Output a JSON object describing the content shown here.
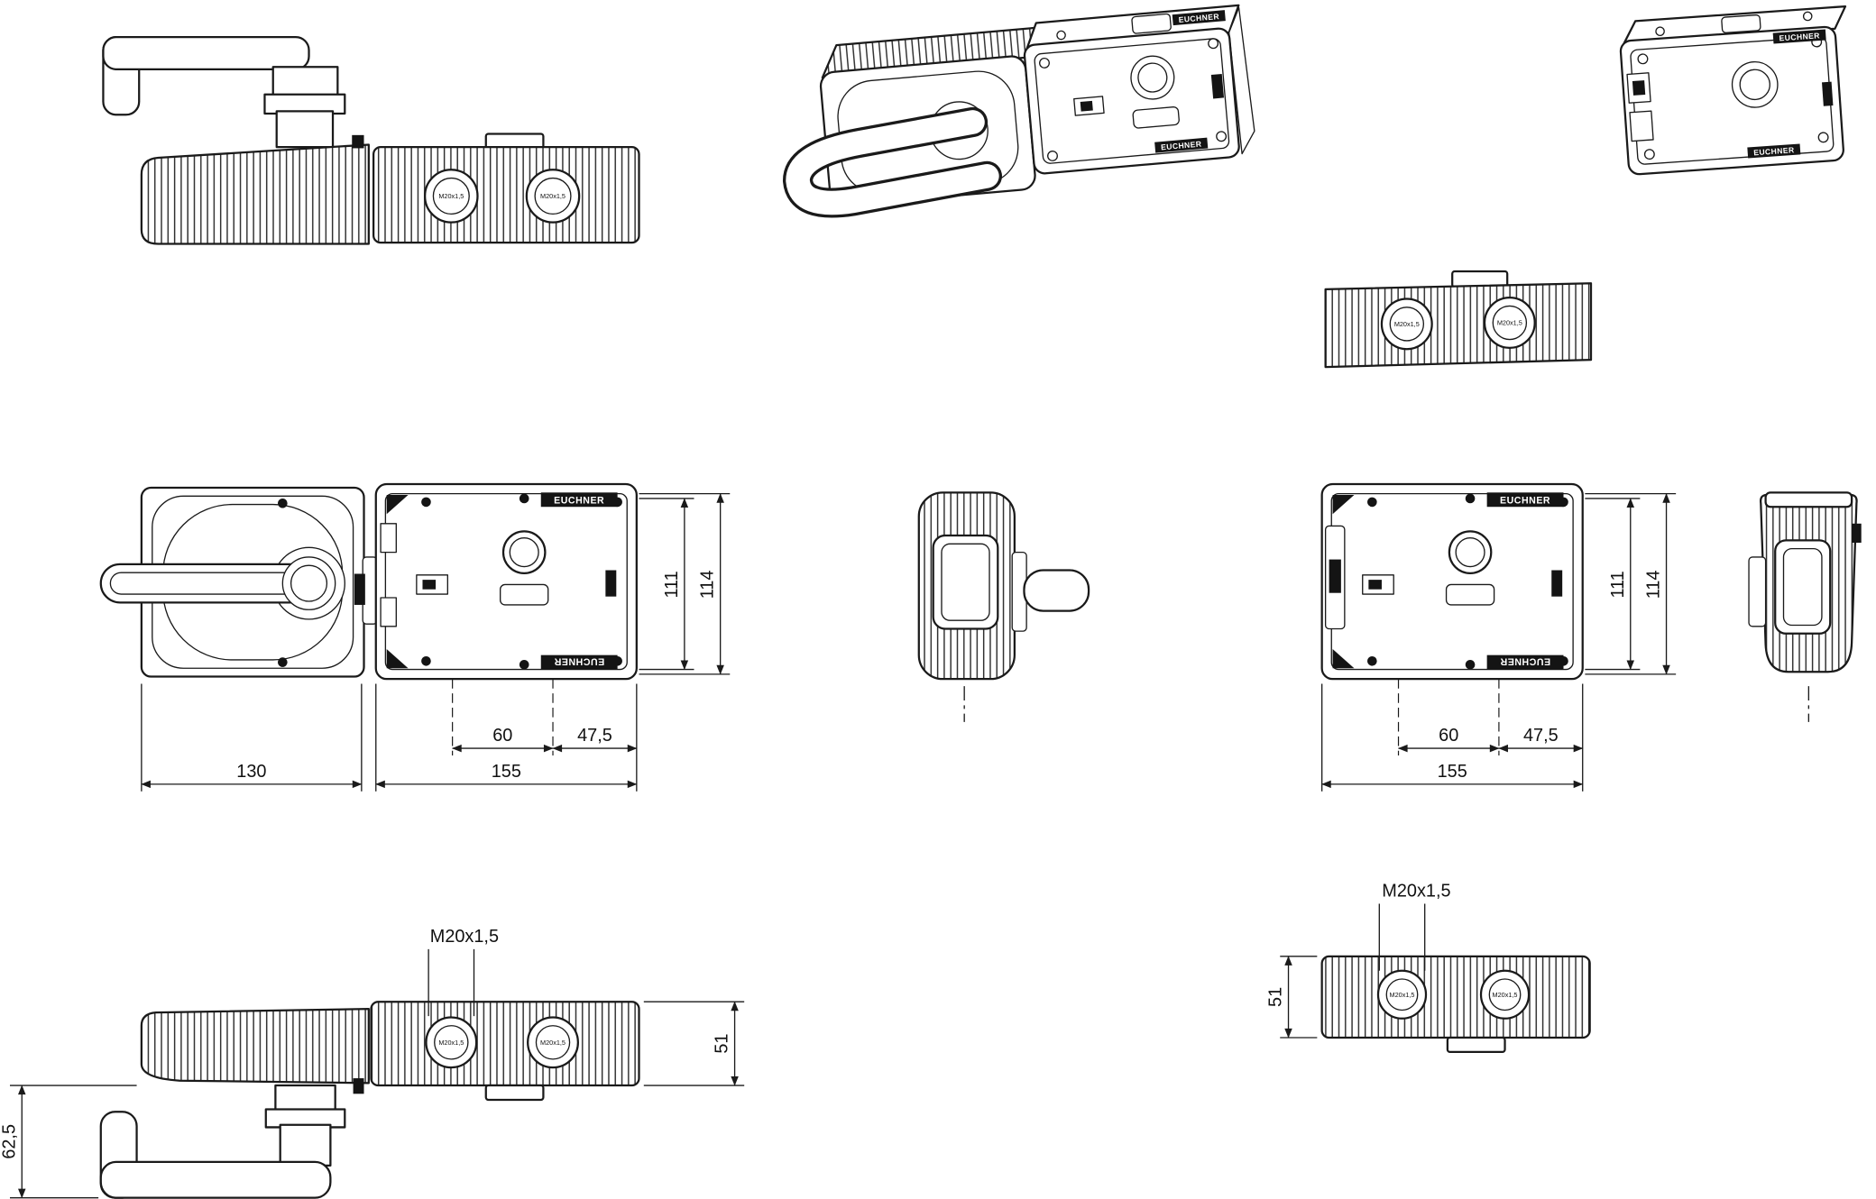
{
  "brand": "EUCHNER",
  "gland_label": "M20x1,5",
  "dims": {
    "assembly_plan": {
      "handle_width": "130",
      "body_width": "155",
      "gland_spacing": "60",
      "gland_to_edge": "47,5",
      "body_depth": "111",
      "overall_depth": "114"
    },
    "switch_plan": {
      "body_width": "155",
      "gland_spacing": "60",
      "gland_to_edge": "47,5",
      "body_depth": "111",
      "overall_depth": "114"
    },
    "assembly_side": {
      "thread": "M20x1,5",
      "body_height": "51",
      "handle_offset": "62,5"
    },
    "switch_side": {
      "thread": "M20x1,5",
      "body_height": "51"
    }
  }
}
